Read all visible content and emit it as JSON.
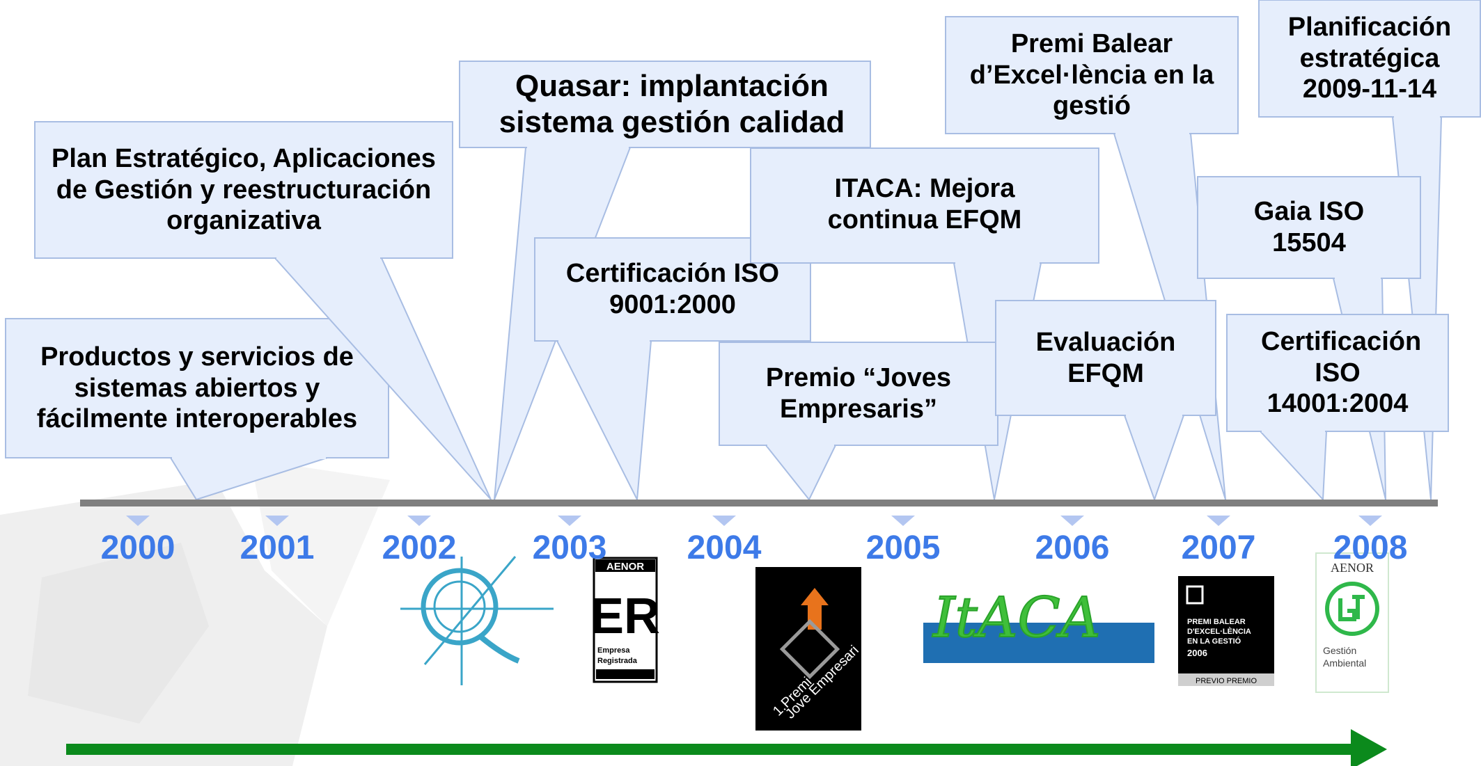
{
  "timeline": {
    "years": [
      "2000",
      "2001",
      "2002",
      "2003",
      "2004",
      "2005",
      "2006",
      "2007",
      "2008"
    ],
    "colors": {
      "axis": "#7f7f7f",
      "tick": "#b3c6f1",
      "year": "#3d7ae8",
      "callout_fill": "#e6eefc",
      "callout_border": "#a8bde3",
      "arrow": "#0b8a1c",
      "watermark": "#eeeeee"
    }
  },
  "callouts": {
    "productos": "Productos y  servicios de sistemas abiertos y fácilmente interoperables",
    "plan": "Plan Estratégico, Aplicaciones de Gestión y reestructuración organizativa",
    "quasar": "Quasar: implantación sistema gestión calidad",
    "cert9001": "Certificación ISO 9001:2000",
    "itaca": "ITACA: Mejora continua EFQM",
    "joves": "Premio “Joves Empresaris”",
    "premi_balear": "Premi Balear d’Excel·lència en la gestió",
    "evaluacion": "Evaluación EFQM",
    "planificacion": "Planificación estratégica 2009-11-14",
    "gaia": "Gaia ISO 15504",
    "cert14001": "Certificación ISO 14001:2004"
  },
  "logos": {
    "aenor_er": {
      "top": "AENOR",
      "mark": "ER",
      "sub1": "Empresa",
      "sub2": "Registrada"
    },
    "premi_jove": {
      "line1": "1.Premi",
      "line2": "Jove Empresari"
    },
    "itaca": {
      "word": "ItACA"
    },
    "premi_balear": {
      "line1": "PREMI BALEAR",
      "line2": "D'EXCEL·LÈNCIA",
      "line3": "EN LA GESTIÓ",
      "line4": "2006",
      "footer": "PREVIO PREMIO"
    },
    "aenor_ga": {
      "top": "AENOR",
      "sub1": "Gestión",
      "sub2": "Ambiental"
    }
  }
}
